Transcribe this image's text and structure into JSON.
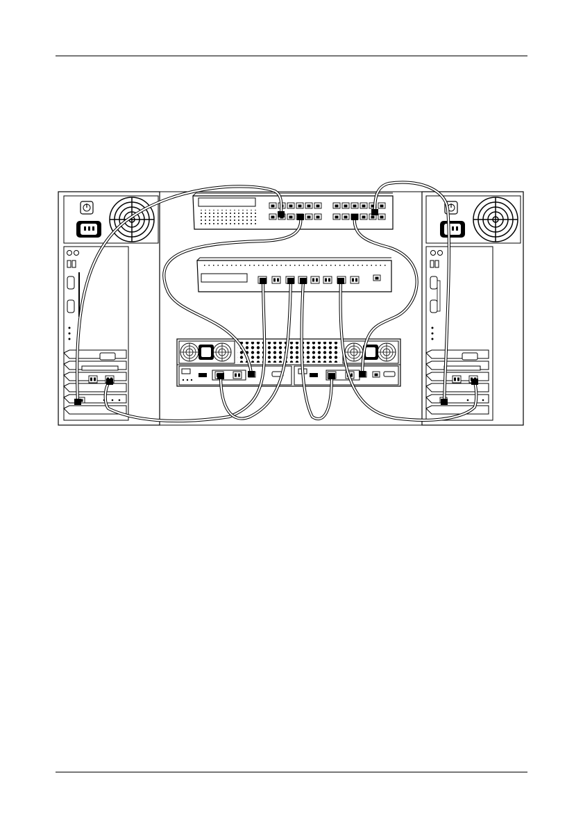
{
  "figure": {
    "devices": [
      {
        "id": "host-left",
        "kind": "tower-server",
        "side": "left"
      },
      {
        "id": "ethernet-switch",
        "kind": "network-switch",
        "ports": 24
      },
      {
        "id": "fc-switch",
        "kind": "fibre-channel-switch",
        "ports": 8
      },
      {
        "id": "storage-array",
        "kind": "dual-controller-storage-enclosure",
        "controllers": 2,
        "power_supplies": 2
      },
      {
        "id": "host-right",
        "kind": "tower-server",
        "side": "right"
      }
    ],
    "icons": [
      "power-switch-icon",
      "fan-grille-icon",
      "power-inlet-icon",
      "network-port-icon",
      "fc-port-icon",
      "serial-port-icon",
      "usb-port-icon"
    ]
  },
  "colors": {
    "line": "#000000",
    "cable_fill": "#ffffff",
    "panel": "#ffffff",
    "rack_fill": "#f2f2f2"
  }
}
